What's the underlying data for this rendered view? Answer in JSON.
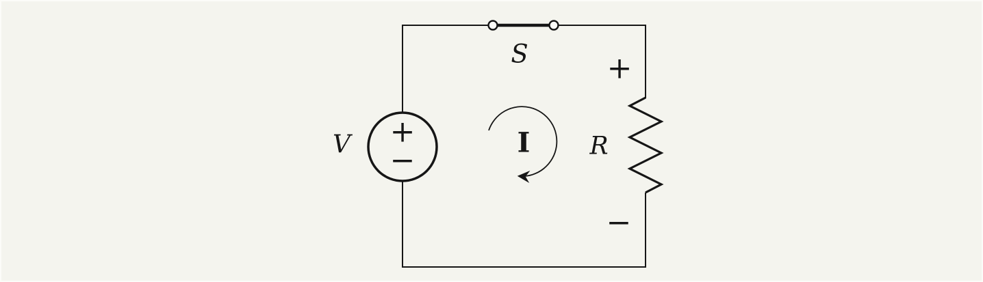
{
  "diagram": {
    "type": "circuit-schematic",
    "description": "Series DC circuit: voltage source V, open-close switch S, resistor R, clockwise mesh current I"
  },
  "colors": {
    "background": "#f4f4ee",
    "ink": "#161616"
  },
  "labels": {
    "source": "V",
    "switch": "S",
    "resistor": "R",
    "current": "I",
    "source_plus": "+",
    "source_minus": "−",
    "resistor_plus": "+",
    "resistor_minus": "−"
  }
}
